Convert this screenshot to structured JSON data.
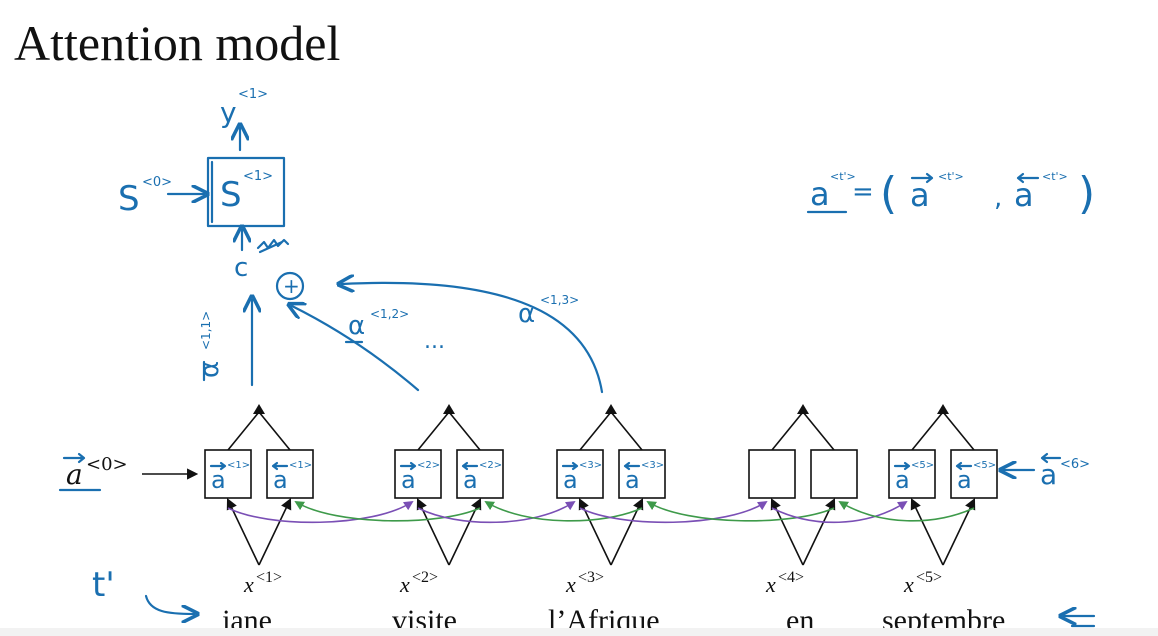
{
  "slide": {
    "title": "Attention model"
  },
  "input_words": [
    "jane",
    "visite",
    "l’Afrique",
    "en",
    "septembre"
  ],
  "x_labels": [
    {
      "base": "x",
      "sup": "<1>"
    },
    {
      "base": "x",
      "sup": "<2>"
    },
    {
      "base": "x",
      "sup": "<3>"
    },
    {
      "base": "x",
      "sup": "<4>"
    },
    {
      "base": "x",
      "sup": "<5>"
    }
  ],
  "a_forward_start": {
    "base": "a",
    "sup": "<0>"
  },
  "a_backward_end": {
    "base": "a",
    "sup": "<6>"
  },
  "cell_labels": [
    {
      "fwd": "a",
      "fwd_sup": "<1>",
      "bwd": "a",
      "bwd_sup": "<1>"
    },
    {
      "fwd": "a",
      "fwd_sup": "<2>",
      "bwd": "a",
      "bwd_sup": "<2>"
    },
    {
      "fwd": "a",
      "fwd_sup": "<3>",
      "bwd": "a",
      "bwd_sup": "<3>"
    },
    {
      "fwd": "",
      "fwd_sup": "",
      "bwd": "",
      "bwd_sup": ""
    },
    {
      "fwd": "a",
      "fwd_sup": "<5>",
      "bwd": "a",
      "bwd_sup": "<5>"
    }
  ],
  "decoder": {
    "output": {
      "base": "y",
      "sup": "<1>"
    },
    "state": {
      "base": "S",
      "sup": "<1>"
    },
    "initial_state": {
      "base": "S",
      "sup": "<0>"
    },
    "context": "c",
    "sum_symbol": "+"
  },
  "attention_weights": [
    {
      "base": "α",
      "sup": "<1,1>"
    },
    {
      "base": "α",
      "sup": "<1,2>"
    },
    {
      "base": "α",
      "sup": "<1,3>"
    }
  ],
  "ellipsis": "...",
  "formula": {
    "lhs": "a",
    "lhs_sup": "<t'>",
    "eq": "=",
    "open": "(",
    "term1": "a",
    "term1_sup": "<t'>",
    "comma": ",",
    "term2": "a",
    "term2_sup": "<t'>",
    "close": ")"
  },
  "t_prime": "t'",
  "colors": {
    "ink": "#1a6fb0",
    "forward_link": "#7a4fb5",
    "backward_link": "#3e9a4a",
    "black": "#111111"
  }
}
